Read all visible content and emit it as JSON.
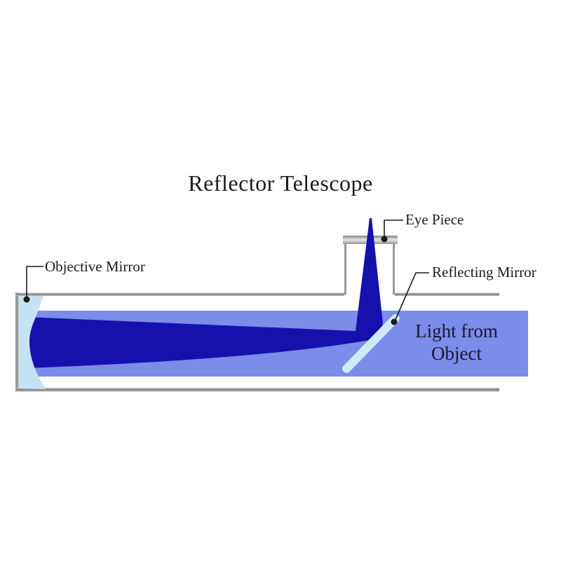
{
  "title": "Reflector Telescope",
  "labels": {
    "eye_piece": "Eye Piece",
    "objective_mirror": "Objective Mirror",
    "reflecting_mirror": "Reflecting Mirror"
  },
  "light_from_object": {
    "line1": "Light from",
    "line2": "Object"
  },
  "colors": {
    "light_band": "#7b8ce9",
    "converging_beam": "#1511ad",
    "objective_mirror": "#c6e3f6",
    "reflecting_mirror": "#cfe9f8",
    "tube_gray": "#9a9a9a",
    "leader_black": "#1a1a1a",
    "label_text": "#1c1c1c",
    "light_text": "#161b30"
  }
}
